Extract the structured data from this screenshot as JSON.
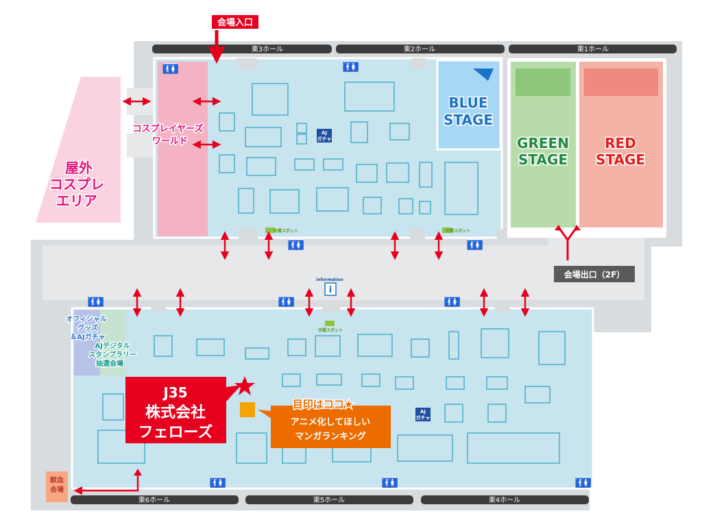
{
  "entrance_label": "会場入口",
  "exit_label": "会場出口（2F）",
  "hall_labels": {
    "east3": "東3ホール",
    "east2": "東2ホール",
    "east1": "東1ホール",
    "east6": "東6ホール",
    "east5": "東5ホール",
    "east4": "東4ホール"
  },
  "stages": {
    "blue": [
      "BLUE",
      "STAGE"
    ],
    "green": [
      "GREEN",
      "STAGE"
    ],
    "red": [
      "RED",
      "STAGE"
    ]
  },
  "areas": {
    "cosplayers_world": [
      "コスプレイヤーズ",
      "ワールド"
    ],
    "outdoor_cosplay": [
      "屋外",
      "コスプレ",
      "エリア"
    ],
    "official_goods": [
      "オフィシャル",
      "グッズ",
      "＆AJガチャ"
    ],
    "stamp_rally": [
      "AJデジタル",
      "スタンプラリー",
      "抽選会場"
    ],
    "blood_donation": [
      "献血",
      "会場"
    ]
  },
  "booth": {
    "number": "J35",
    "name_line1": "株式会社",
    "name_line2": "フェローズ"
  },
  "landmark": {
    "title": "目印はココ★",
    "line1": "アニメ化してほしい",
    "line2": "マンガランキング"
  },
  "charging_spot_label": "充電スポット",
  "info_label": "information",
  "info_icon": "i",
  "gacha_label": [
    "AJ",
    "ガチャ"
  ],
  "colors": {
    "hall_fill": "#c8e4ee",
    "corridor": "#e6e8ea",
    "outer_wall": "#d9dcde",
    "hall_bar": "#3c3c3c",
    "blue_stage": "#a6d7f5",
    "blue_stage_text": "#1a73c7",
    "green_stage": "#b7dcaa",
    "green_stage_text": "#1f8a3e",
    "red_stage": "#f5b3a8",
    "red_stage_text": "#e11d1d",
    "cosplay_pink": "#f4b3c2",
    "cosplay_text": "#e4117c",
    "outdoor_pink": "#fbd3e0",
    "official_blue": "#b6c3e6",
    "official_text": "#2a74c6",
    "stamp_green": "#c7e3cf",
    "stamp_text": "#139a8a",
    "blood_orange": "#f7a883",
    "booth_red": "#e6001e",
    "landmark_orange": "#ec6c00",
    "arrow_red": "#e6001e"
  },
  "icons": [
    "restroom-icon",
    "information-icon",
    "star-icon",
    "arrow-icon"
  ]
}
